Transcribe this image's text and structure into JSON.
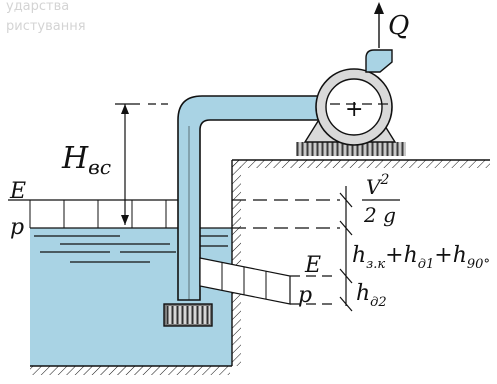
{
  "watermark": {
    "line1": "ударства",
    "line2": "ристування"
  },
  "labels": {
    "flow": "Q",
    "suction_height_main": "H",
    "suction_height_sub": "вс",
    "energy_line_left": "E",
    "piezo_line_left": "p",
    "energy_line_right": "E",
    "piezo_line_right": "p",
    "velocity_head_num": "V",
    "velocity_head_pow": "2",
    "velocity_head_den": "2 g",
    "losses_main": "h",
    "losses_sub1": "з.к",
    "losses_plus1": "+h",
    "losses_sub2": "д1",
    "losses_plus2": "+h",
    "losses_sub3": "90°",
    "losses_last": "h",
    "losses_last_sub": "д2"
  },
  "colors": {
    "water": "#a9d3e4",
    "water_light": "#cde6f1",
    "line": "#111111",
    "pump_body": "#d9d9d9",
    "base": "#7a7a7a"
  }
}
